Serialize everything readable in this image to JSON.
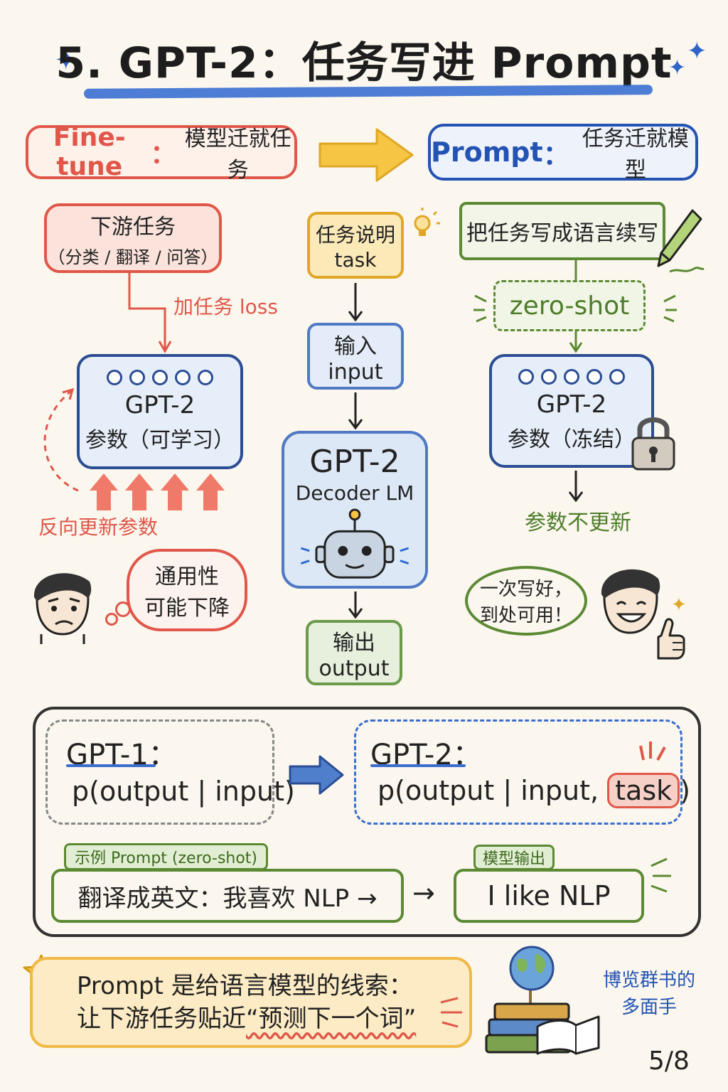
{
  "title": "5. GPT-2：任务写进 Prompt",
  "header": {
    "finetune_key": "Fine-tune",
    "finetune_sep": "：",
    "finetune_text": "模型迁就任务",
    "prompt_key": "Prompt",
    "prompt_sep": "：",
    "prompt_text": "任务迁就模型"
  },
  "left": {
    "downstream_line1": "下游任务",
    "downstream_line2": "（分类 / 翻译 / 问答）",
    "add_loss": "加任务 loss",
    "model_name": "GPT-2",
    "model_params": "参数（可学习）",
    "backprop": "反向更新参数",
    "thought": [
      "通用性",
      "可能下降"
    ]
  },
  "middle": {
    "task_line1": "任务说明",
    "task_line2": "task",
    "input_line1": "输入",
    "input_line2": "input",
    "decoder_name": "GPT-2",
    "decoder_sub": "Decoder LM",
    "output_line1": "输出",
    "output_line2": "output"
  },
  "right": {
    "write_as_lm": "把任务写成语言续写",
    "zero_shot": "zero-shot",
    "model_name": "GPT-2",
    "model_params": "参数（冻结）",
    "no_update": "参数不更新",
    "speech": [
      "一次写好，",
      "到处可用！"
    ]
  },
  "formulas": {
    "gpt1_label": "GPT-1：",
    "gpt1_formula": "p(output | input)",
    "gpt2_label": "GPT-2：",
    "gpt2_formula_pre": "p(output | input, ",
    "gpt2_task": "task",
    "gpt2_formula_post": ")"
  },
  "example": {
    "tag": "示例 Prompt (zero-shot)",
    "prompt": "翻译成英文：我喜欢 NLP →",
    "arrow": "→",
    "output_tag": "模型输出",
    "output": "I like NLP"
  },
  "footer": {
    "note_line1": "Prompt 是给语言模型的线索：",
    "note_line2_pre": "让下游任务贴近",
    "note_line2_hl": "“预测下一个词”",
    "side_caption": [
      "博览群书的",
      "多面手"
    ],
    "page": "5/8"
  },
  "colors": {
    "finetune_red": "#e0574a",
    "prompt_blue": "#2353b3",
    "task_yellow": "#e0a726",
    "green": "#5c8a34",
    "title_underline": "#3a6fd0"
  },
  "icons": [
    "sparkle-icon",
    "big-arrow-icon",
    "lightbulb-icon",
    "pencil-icon",
    "lock-icon",
    "robot-icon",
    "confused-person-icon",
    "happy-person-icon",
    "thumbs-up-icon",
    "star-icon",
    "globe-books-icon"
  ]
}
